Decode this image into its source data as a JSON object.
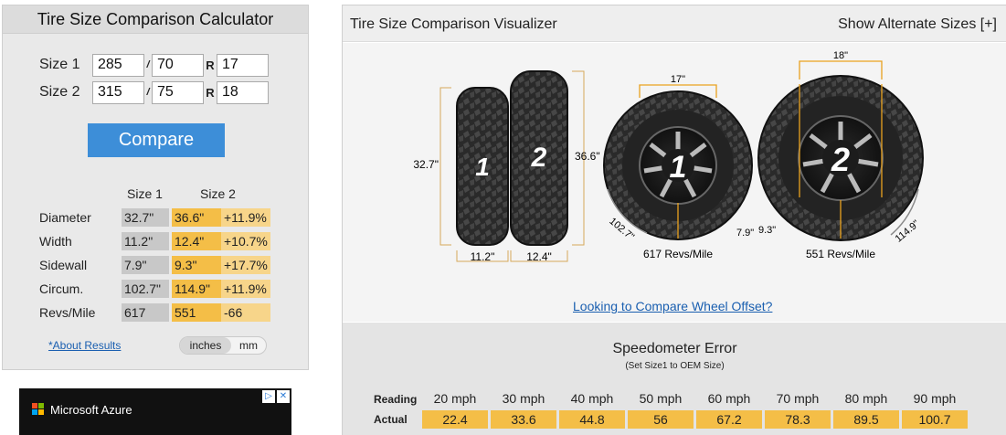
{
  "calculator": {
    "title": "Tire Size Comparison Calculator",
    "size1": {
      "label": "Size 1",
      "width": "285",
      "aspect": "70",
      "rim": "17"
    },
    "size2": {
      "label": "Size 2",
      "width": "315",
      "aspect": "75",
      "rim": "18"
    },
    "slash": "/",
    "r": "R",
    "compare_label": "Compare",
    "results": {
      "head1": "Size 1",
      "head2": "Size 2",
      "rows": [
        {
          "label": "Diameter",
          "s1": "32.7\"",
          "s2": "36.6\"",
          "diff": "+11.9%"
        },
        {
          "label": "Width",
          "s1": "11.2\"",
          "s2": "12.4\"",
          "diff": "+10.7%"
        },
        {
          "label": "Sidewall",
          "s1": "7.9\"",
          "s2": "9.3\"",
          "diff": "+17.7%"
        },
        {
          "label": "Circum.",
          "s1": "102.7\"",
          "s2": "114.9\"",
          "diff": "+11.9%"
        },
        {
          "label": "Revs/Mile",
          "s1": "617",
          "s2": "551",
          "diff": "-66"
        }
      ]
    },
    "about_link": "*About Results",
    "units": {
      "inches": "inches",
      "mm": "mm"
    }
  },
  "ad": {
    "text": "Microsoft Azure",
    "info": "▷",
    "close": "✕",
    "colors": [
      "#f25022",
      "#7fba00",
      "#00a4ef",
      "#ffb900"
    ]
  },
  "visualizer": {
    "title": "Tire Size Comparison Visualizer",
    "alt_sizes": "Show Alternate Sizes [+]",
    "side": {
      "tire1_num": "1",
      "tire2_num": "2",
      "h1": "32.7\"",
      "h2": "36.6\"",
      "w1": "11.2\"",
      "w2": "12.4\""
    },
    "front": {
      "tire1": {
        "num": "1",
        "rim": "17\"",
        "sidewall": "7.9\"",
        "circ": "102.7\"",
        "revs": "617 Revs/Mile"
      },
      "tire2": {
        "num": "2",
        "rim": "18\"",
        "sidewall": "9.3\"",
        "circ": "114.9\"",
        "revs": "551 Revs/Mile"
      }
    },
    "offset_link": "Looking to Compare Wheel Offset?"
  },
  "speedometer": {
    "title": "Speedometer Error",
    "subtitle": "(Set Size1 to OEM Size)",
    "reading_label": "Reading",
    "actual_label": "Actual",
    "readings": [
      "20 mph",
      "30 mph",
      "40 mph",
      "50 mph",
      "60 mph",
      "70 mph",
      "80 mph",
      "90 mph"
    ],
    "actuals": [
      "22.4",
      "33.6",
      "44.8",
      "56",
      "67.2",
      "78.3",
      "89.5",
      "100.7"
    ]
  },
  "colors": {
    "accent": "#3d8ed8",
    "highlight": "#f4be47",
    "dimension": "#e9a21f"
  }
}
